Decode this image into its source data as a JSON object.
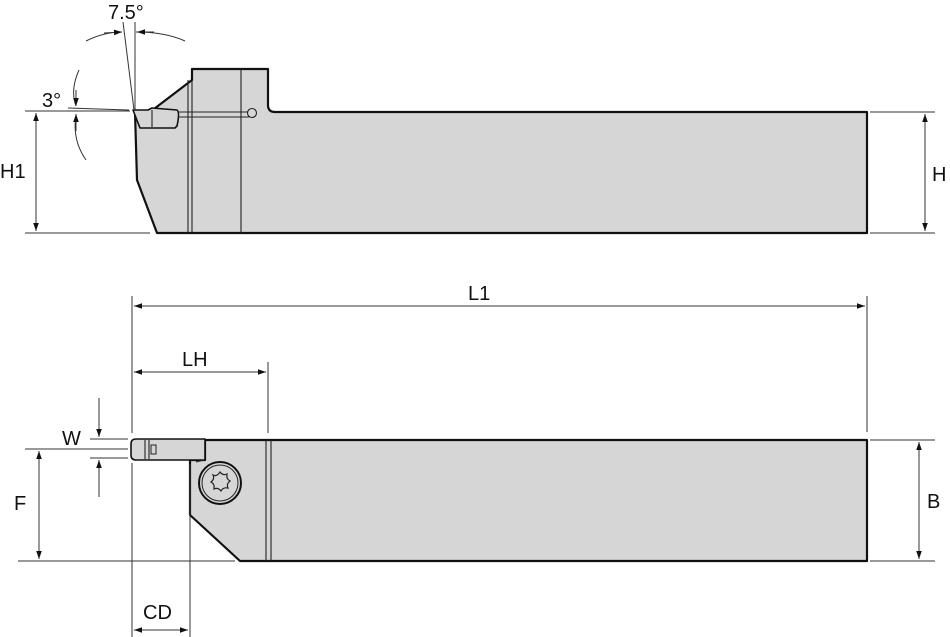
{
  "drawing": {
    "title": "Grooving / Cut-off toolholder dimension drawing",
    "fill_color": "#d6d6d6",
    "line_color": "#111111",
    "views": [
      "side-view",
      "top-view"
    ],
    "labels": {
      "angle_top": "7.5°",
      "angle_side": "3°",
      "h1": "H1",
      "h": "H",
      "l1": "L1",
      "lh": "LH",
      "w": "W",
      "f": "F",
      "b": "B",
      "cd": "CD"
    },
    "icons": {
      "clamp_screw": "torx-screw-icon"
    }
  }
}
